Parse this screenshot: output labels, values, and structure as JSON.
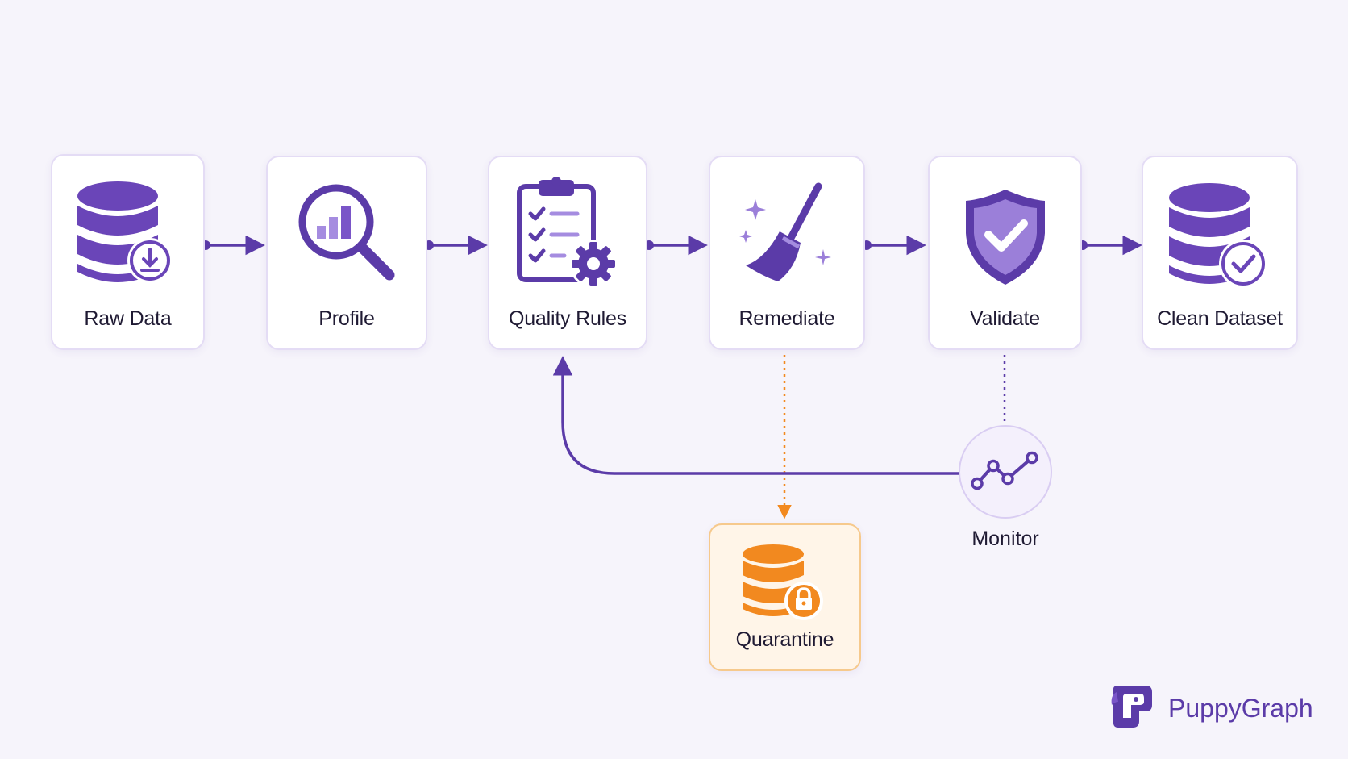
{
  "pipeline": {
    "nodes": [
      {
        "label": "Raw Data",
        "icon": "database-download-icon"
      },
      {
        "label": "Profile",
        "icon": "magnifier-chart-icon"
      },
      {
        "label": "Quality Rules",
        "icon": "clipboard-checklist-gear-icon"
      },
      {
        "label": "Remediate",
        "icon": "broom-sparkle-icon"
      },
      {
        "label": "Validate",
        "icon": "shield-check-icon"
      },
      {
        "label": "Clean Dataset",
        "icon": "database-check-icon"
      }
    ],
    "quarantine": {
      "label": "Quarantine",
      "icon": "database-lock-icon"
    },
    "monitor": {
      "label": "Monitor",
      "icon": "line-trend-icon"
    }
  },
  "brand": {
    "name": "PuppyGraph",
    "icon": "puppygraph-logo"
  },
  "colors": {
    "primary": "#5b3ba8",
    "primary_light": "#9b7fd9",
    "accent_orange": "#f2891f",
    "card_border": "#e4dcf5",
    "background": "#f6f4fb"
  }
}
